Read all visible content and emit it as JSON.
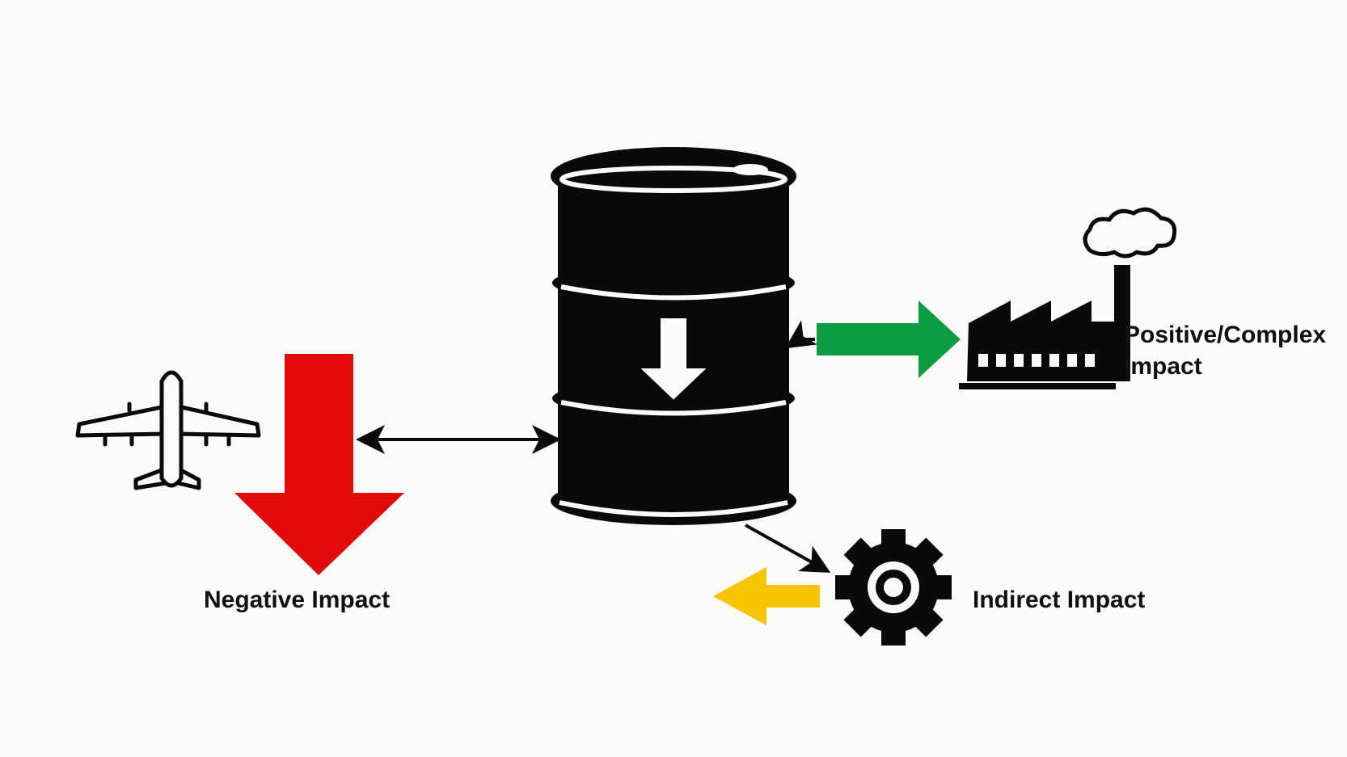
{
  "labels": {
    "negative": "Negative Impact",
    "positive_line1": "Positive/Complex",
    "positive_line2": "Impact",
    "indirect": "Indirect Impact"
  },
  "colors": {
    "negative_arrow": "#e10a0a",
    "positive_arrow": "#0b9c44",
    "indirect_arrow": "#f7c400",
    "ink": "#0a0a0a",
    "background": "#fbfbf9"
  },
  "icons": {
    "center": "oil-barrel-icon",
    "left": "airplane-icon",
    "right": "factory-icon",
    "bottom_right": "gear-icon"
  }
}
